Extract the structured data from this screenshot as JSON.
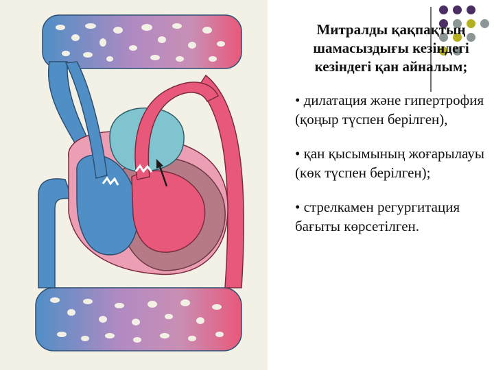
{
  "title_lines": [
    "Митралды қақпақтың",
    "шамасыздығы кезіндегі",
    "кезіндегі қан айналым;"
  ],
  "bullets": [
    "• дилатация және гипертрофия (қоңыр түспен берілген),",
    "• қан қысымының жоғарылауы (көк түспен берілген);",
    "• стрелкамен регургитация бағыты көрсетілген."
  ],
  "colors": {
    "venous": "#4f8fc6",
    "arterial": "#e8587a",
    "capillary_mix": "#b08ac2",
    "atrium_light": "#7fc4cf",
    "hypertrophy": "#b67a86",
    "pericardium": "#ec9fb4",
    "background": "#f3f0e6",
    "decor_purple": "#4b2e63",
    "decor_gray": "#8c9696",
    "decor_olive": "#b5b020"
  }
}
